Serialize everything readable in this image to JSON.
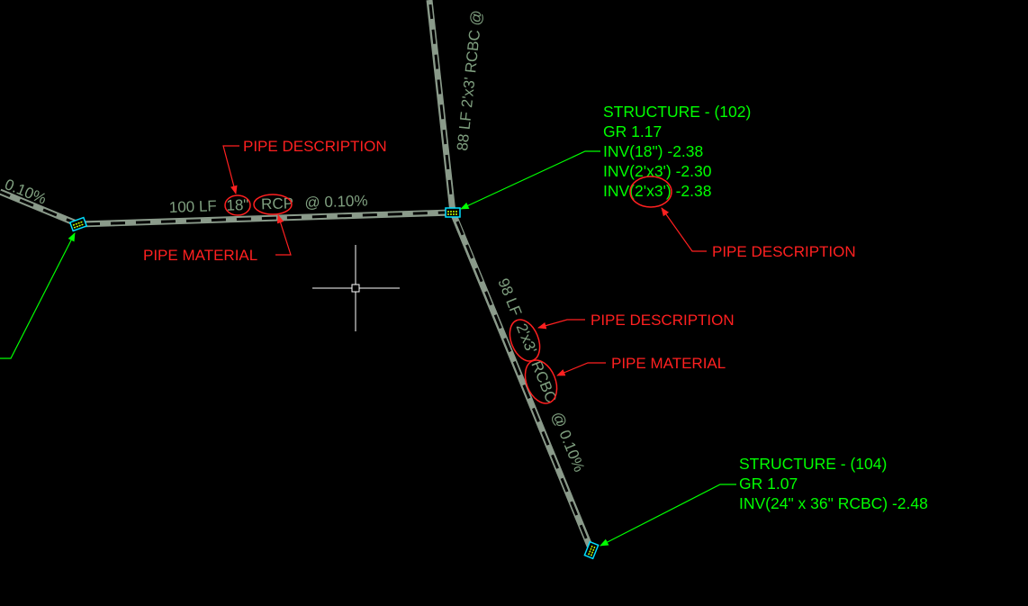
{
  "pipes": {
    "left_partial_label": "0.10%",
    "horizontal": {
      "label": "100 LF 18\" RCP @ 0.10%",
      "length": "100 LF",
      "size": "18\"",
      "material": "RCP",
      "slope": "@ 0.10%"
    },
    "vertical": {
      "label": "88 LF 2'x3' RCBC @"
    },
    "diagonal": {
      "label": "98 LF 2'x3' RCBC @ 0.10%",
      "length": "98 LF",
      "size": "2'x3'",
      "material": "RCBC",
      "slope": "@ 0.10%"
    }
  },
  "structures": [
    {
      "title": "STRUCTURE - (102)",
      "lines": [
        "GR 1.17",
        "INV(18\") -2.38",
        "INV(2'x3') -2.30",
        "INV(2'x3') -2.38"
      ]
    },
    {
      "title": "STRUCTURE - (104)",
      "lines": [
        "GR 1.07",
        "INV(24\" x 36\" RCBC) -2.48"
      ]
    }
  ],
  "annotations": {
    "pipe_description": "PIPE DESCRIPTION",
    "pipe_material": "PIPE MATERIAL"
  },
  "colors": {
    "background": "#000000",
    "pipe": "#8a9a8a",
    "pipe_label": "#7f9f7f",
    "structure_text": "#00ff00",
    "annotation": "#ff2020",
    "cursor": "#ffffff"
  }
}
